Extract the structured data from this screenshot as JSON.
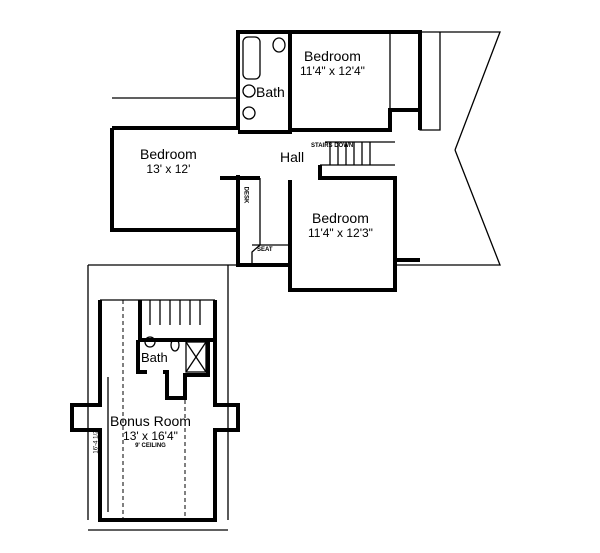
{
  "rooms": [
    {
      "name": "Bedroom",
      "size": "11'4\" x 12'4\""
    },
    {
      "name": "Bath"
    },
    {
      "name": "Bedroom",
      "size": "13' x 12'"
    },
    {
      "name": "Hall"
    },
    {
      "name": "Bedroom",
      "size": "11'4\" x 12'3\""
    },
    {
      "name": "Bath"
    },
    {
      "name": "Bonus Room",
      "size": "13' x 16'4\"",
      "note": "9' CEILING"
    }
  ],
  "labels": {
    "stairs": "STAIRS DOWN",
    "desk": "DESK",
    "seat": "SEAT",
    "bonus_dimension": "16'-4 1/2\""
  }
}
